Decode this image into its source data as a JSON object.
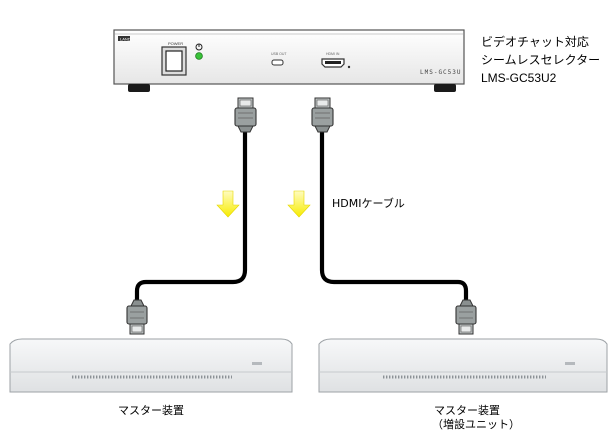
{
  "selector": {
    "name_line1": "ビデオチャット対応",
    "name_line2": "シームレスセレクター",
    "model_line": "LMS-GC53U2",
    "front_brand": "LAND",
    "power_label": "POWER",
    "usb_port_label": "USB OUT",
    "hdmi_port_label": "HDMI IN",
    "front_model": "LMS-GC53U"
  },
  "cable_label": "HDMIケーブル",
  "devices": {
    "left": {
      "label": "マスター装置"
    },
    "right": {
      "label_line1": "マスター装置",
      "label_line2": "（増設ユニット）"
    }
  },
  "colors": {
    "selector_body": "#f2f2f2",
    "cable": "#000000",
    "connector": "#9aa0a0",
    "arrow": "#fff200",
    "led_green": "#39c239"
  }
}
